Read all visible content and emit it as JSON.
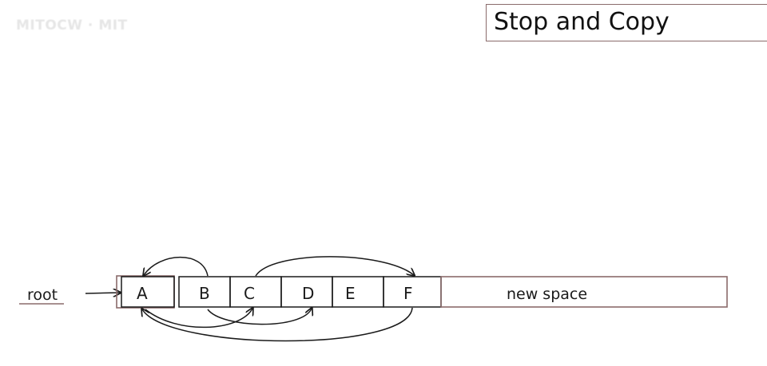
{
  "slide": {
    "title": "Stop and Copy",
    "watermark": "MITOCW · MIT"
  },
  "diagram": {
    "root_label": "root",
    "cells": [
      "A",
      "B",
      "C",
      "D",
      "E",
      "F"
    ],
    "new_space_label": "new space",
    "pointers": [
      {
        "from": "B",
        "to": "A"
      },
      {
        "from": "C",
        "to": "F"
      },
      {
        "from": "A",
        "to": "C"
      },
      {
        "from": "B",
        "to": "D"
      },
      {
        "from": "F",
        "to": "A"
      }
    ],
    "colors": {
      "old_cell_border": "#1a1a1a",
      "highlight_border": "#8a6b6b",
      "arrow": "#1a1a1a"
    }
  }
}
